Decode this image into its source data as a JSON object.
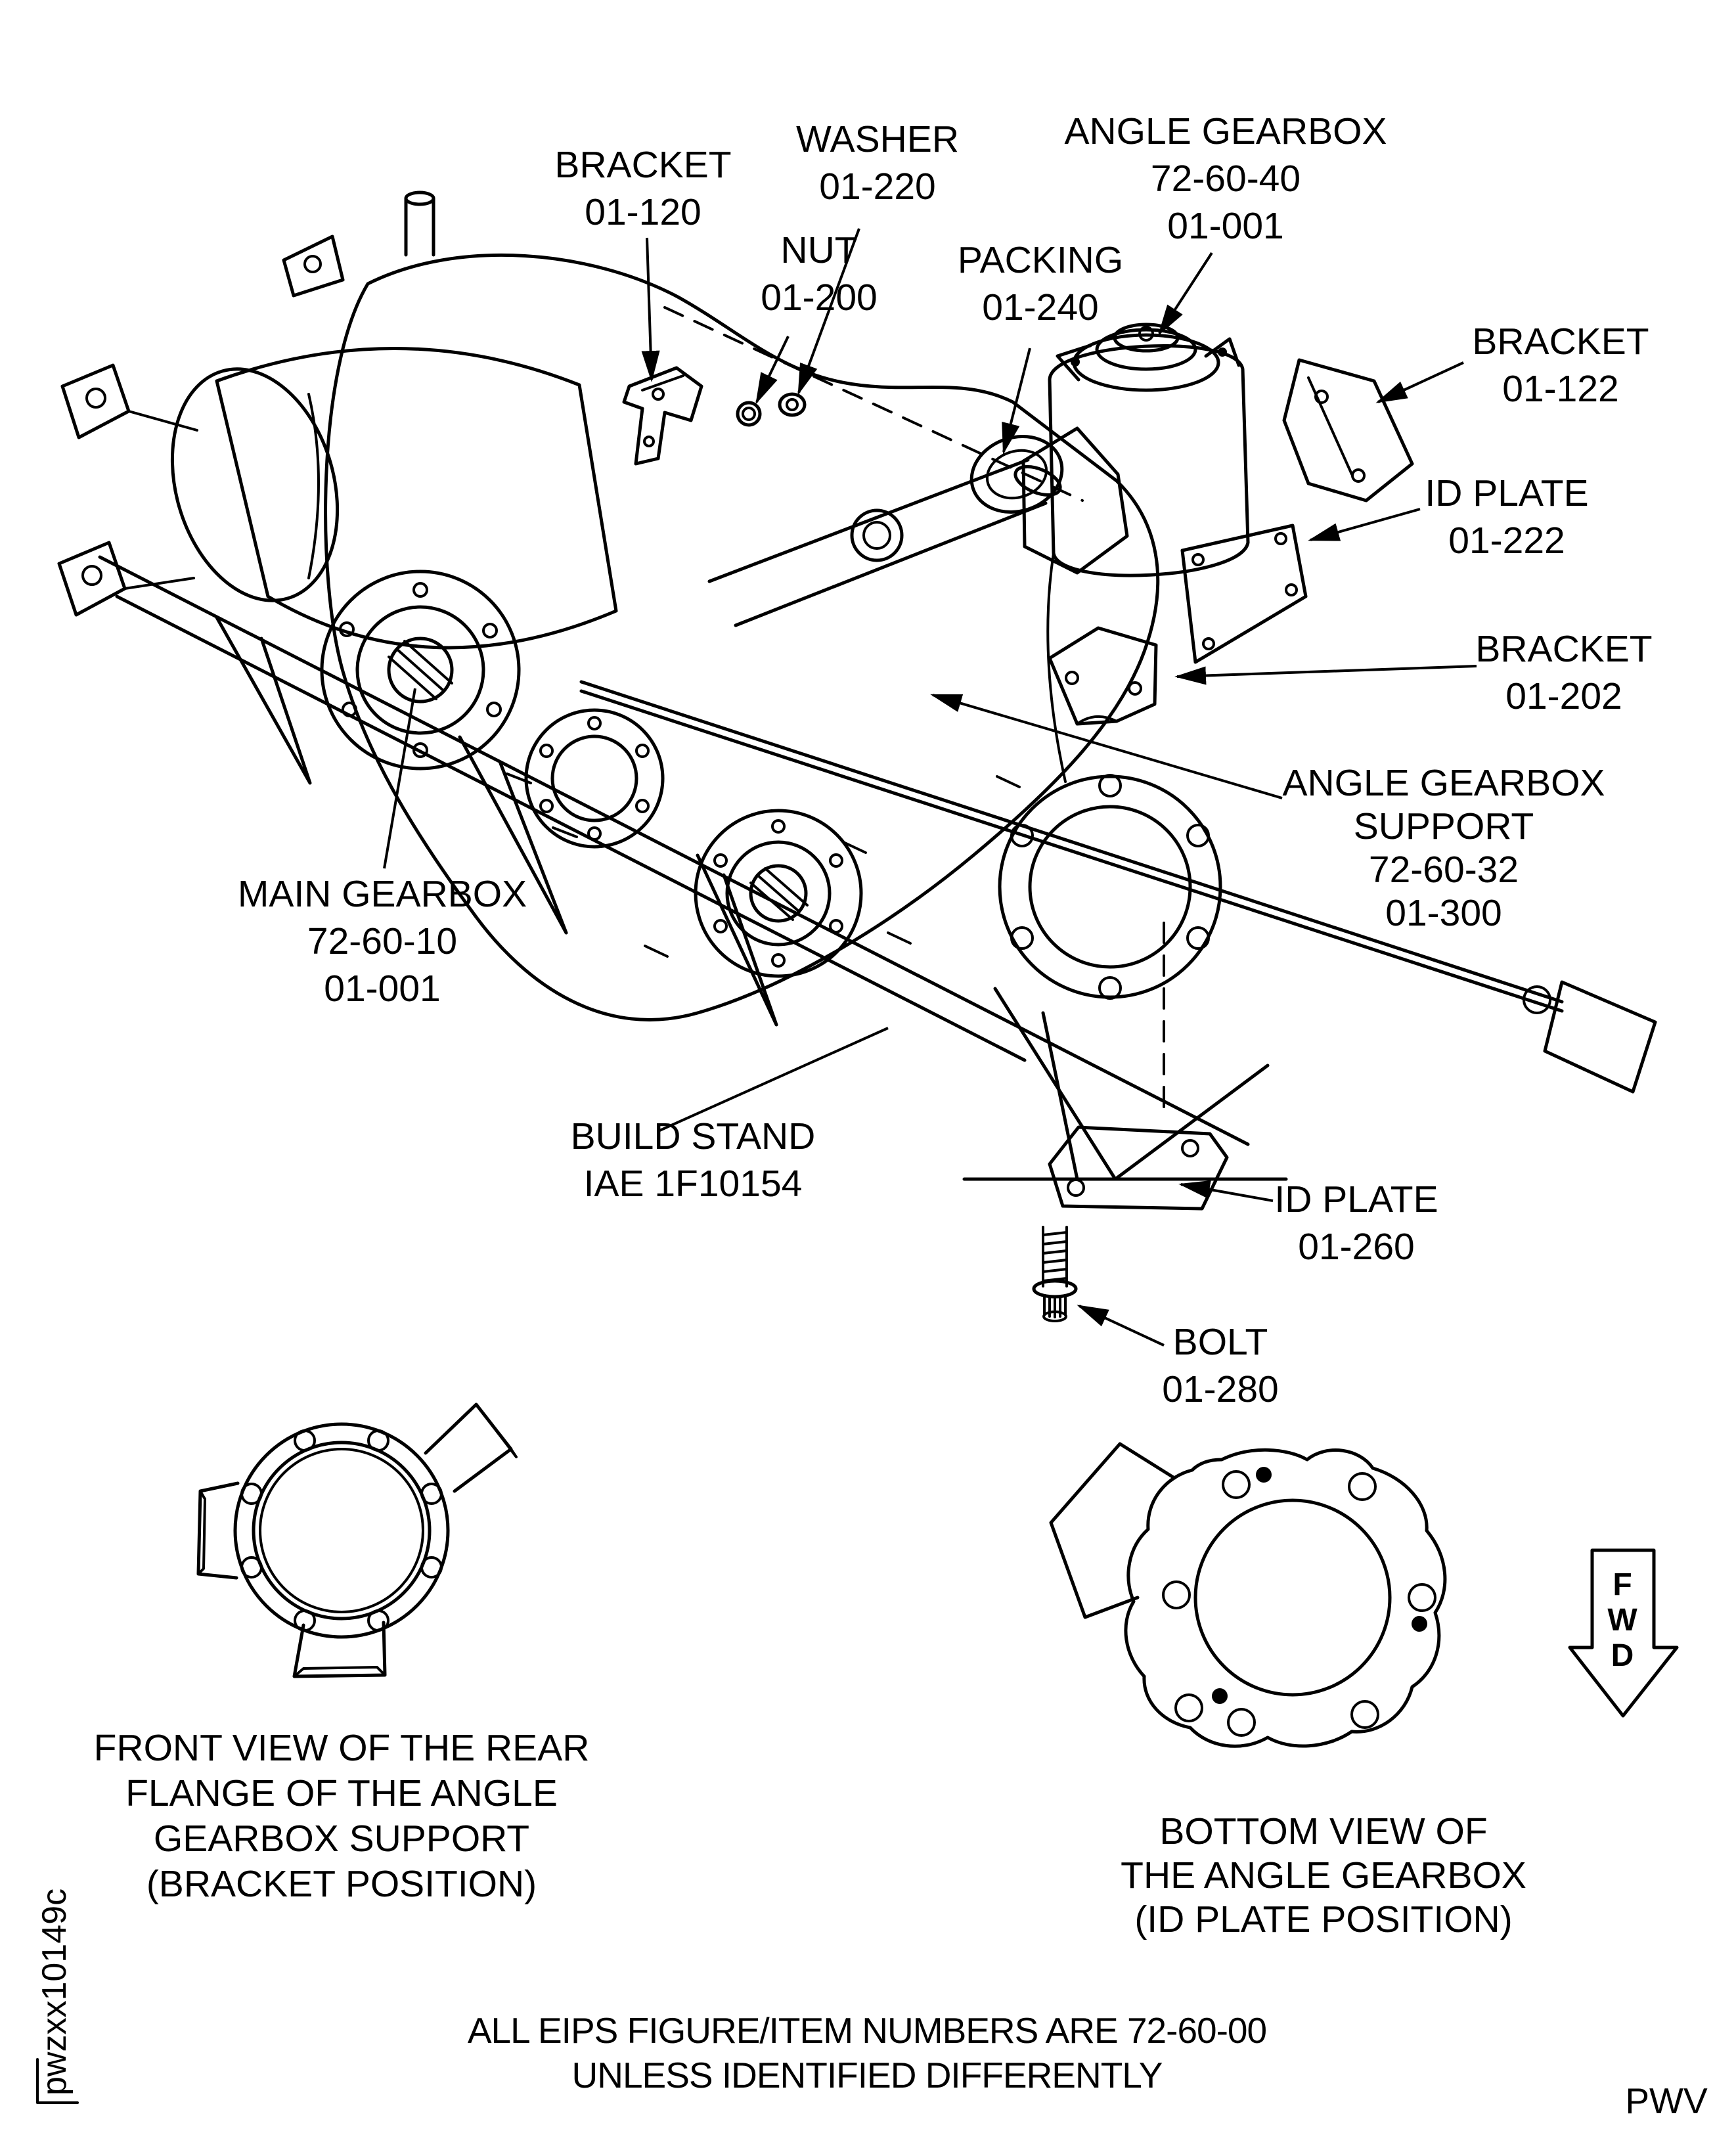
{
  "figure": {
    "colors": {
      "ink": "#000000",
      "background": "#ffffff"
    },
    "callouts": [
      {
        "id": "angle-gearbox",
        "lines": [
          "ANGLE GEARBOX",
          "72-60-40",
          "01-001"
        ]
      },
      {
        "id": "bracket-120",
        "lines": [
          "BRACKET",
          "01-120"
        ]
      },
      {
        "id": "washer-220",
        "lines": [
          "WASHER",
          "01-220"
        ]
      },
      {
        "id": "nut-200",
        "lines": [
          "NUT",
          "01-200"
        ]
      },
      {
        "id": "packing-240",
        "lines": [
          "PACKING",
          "01-240"
        ]
      },
      {
        "id": "bracket-122",
        "lines": [
          "BRACKET",
          "01-122"
        ]
      },
      {
        "id": "id-plate-222",
        "lines": [
          "ID PLATE",
          "01-222"
        ]
      },
      {
        "id": "bracket-202",
        "lines": [
          "BRACKET",
          "01-202"
        ]
      },
      {
        "id": "angle-gearbox-support",
        "lines": [
          "ANGLE GEARBOX",
          "SUPPORT",
          "72-60-32",
          "01-300"
        ]
      },
      {
        "id": "main-gearbox",
        "lines": [
          "MAIN GEARBOX",
          "72-60-10",
          "01-001"
        ]
      },
      {
        "id": "build-stand",
        "lines": [
          "BUILD STAND",
          "IAE 1F10154"
        ]
      },
      {
        "id": "id-plate-260",
        "lines": [
          "ID PLATE",
          "01-260"
        ]
      },
      {
        "id": "bolt-280",
        "lines": [
          "BOLT",
          "01-280"
        ]
      }
    ],
    "views": [
      {
        "id": "front-view",
        "caption_lines": [
          "FRONT VIEW OF THE REAR",
          "FLANGE OF THE ANGLE",
          "GEARBOX SUPPORT",
          "(BRACKET POSITION)"
        ]
      },
      {
        "id": "bottom-view",
        "caption_lines": [
          "BOTTOM VIEW OF",
          "THE ANGLE GEARBOX",
          "(ID PLATE POSITION)"
        ]
      }
    ],
    "direction_arrow": {
      "letters": [
        "F",
        "W",
        "D"
      ]
    },
    "footnote_lines": [
      "ALL EIPS FIGURE/ITEM NUMBERS ARE 72-60-00",
      "UNLESS IDENTIFIED DIFFERENTLY"
    ],
    "doc_number": "pwzxx10149c",
    "page_code": "PWV"
  }
}
